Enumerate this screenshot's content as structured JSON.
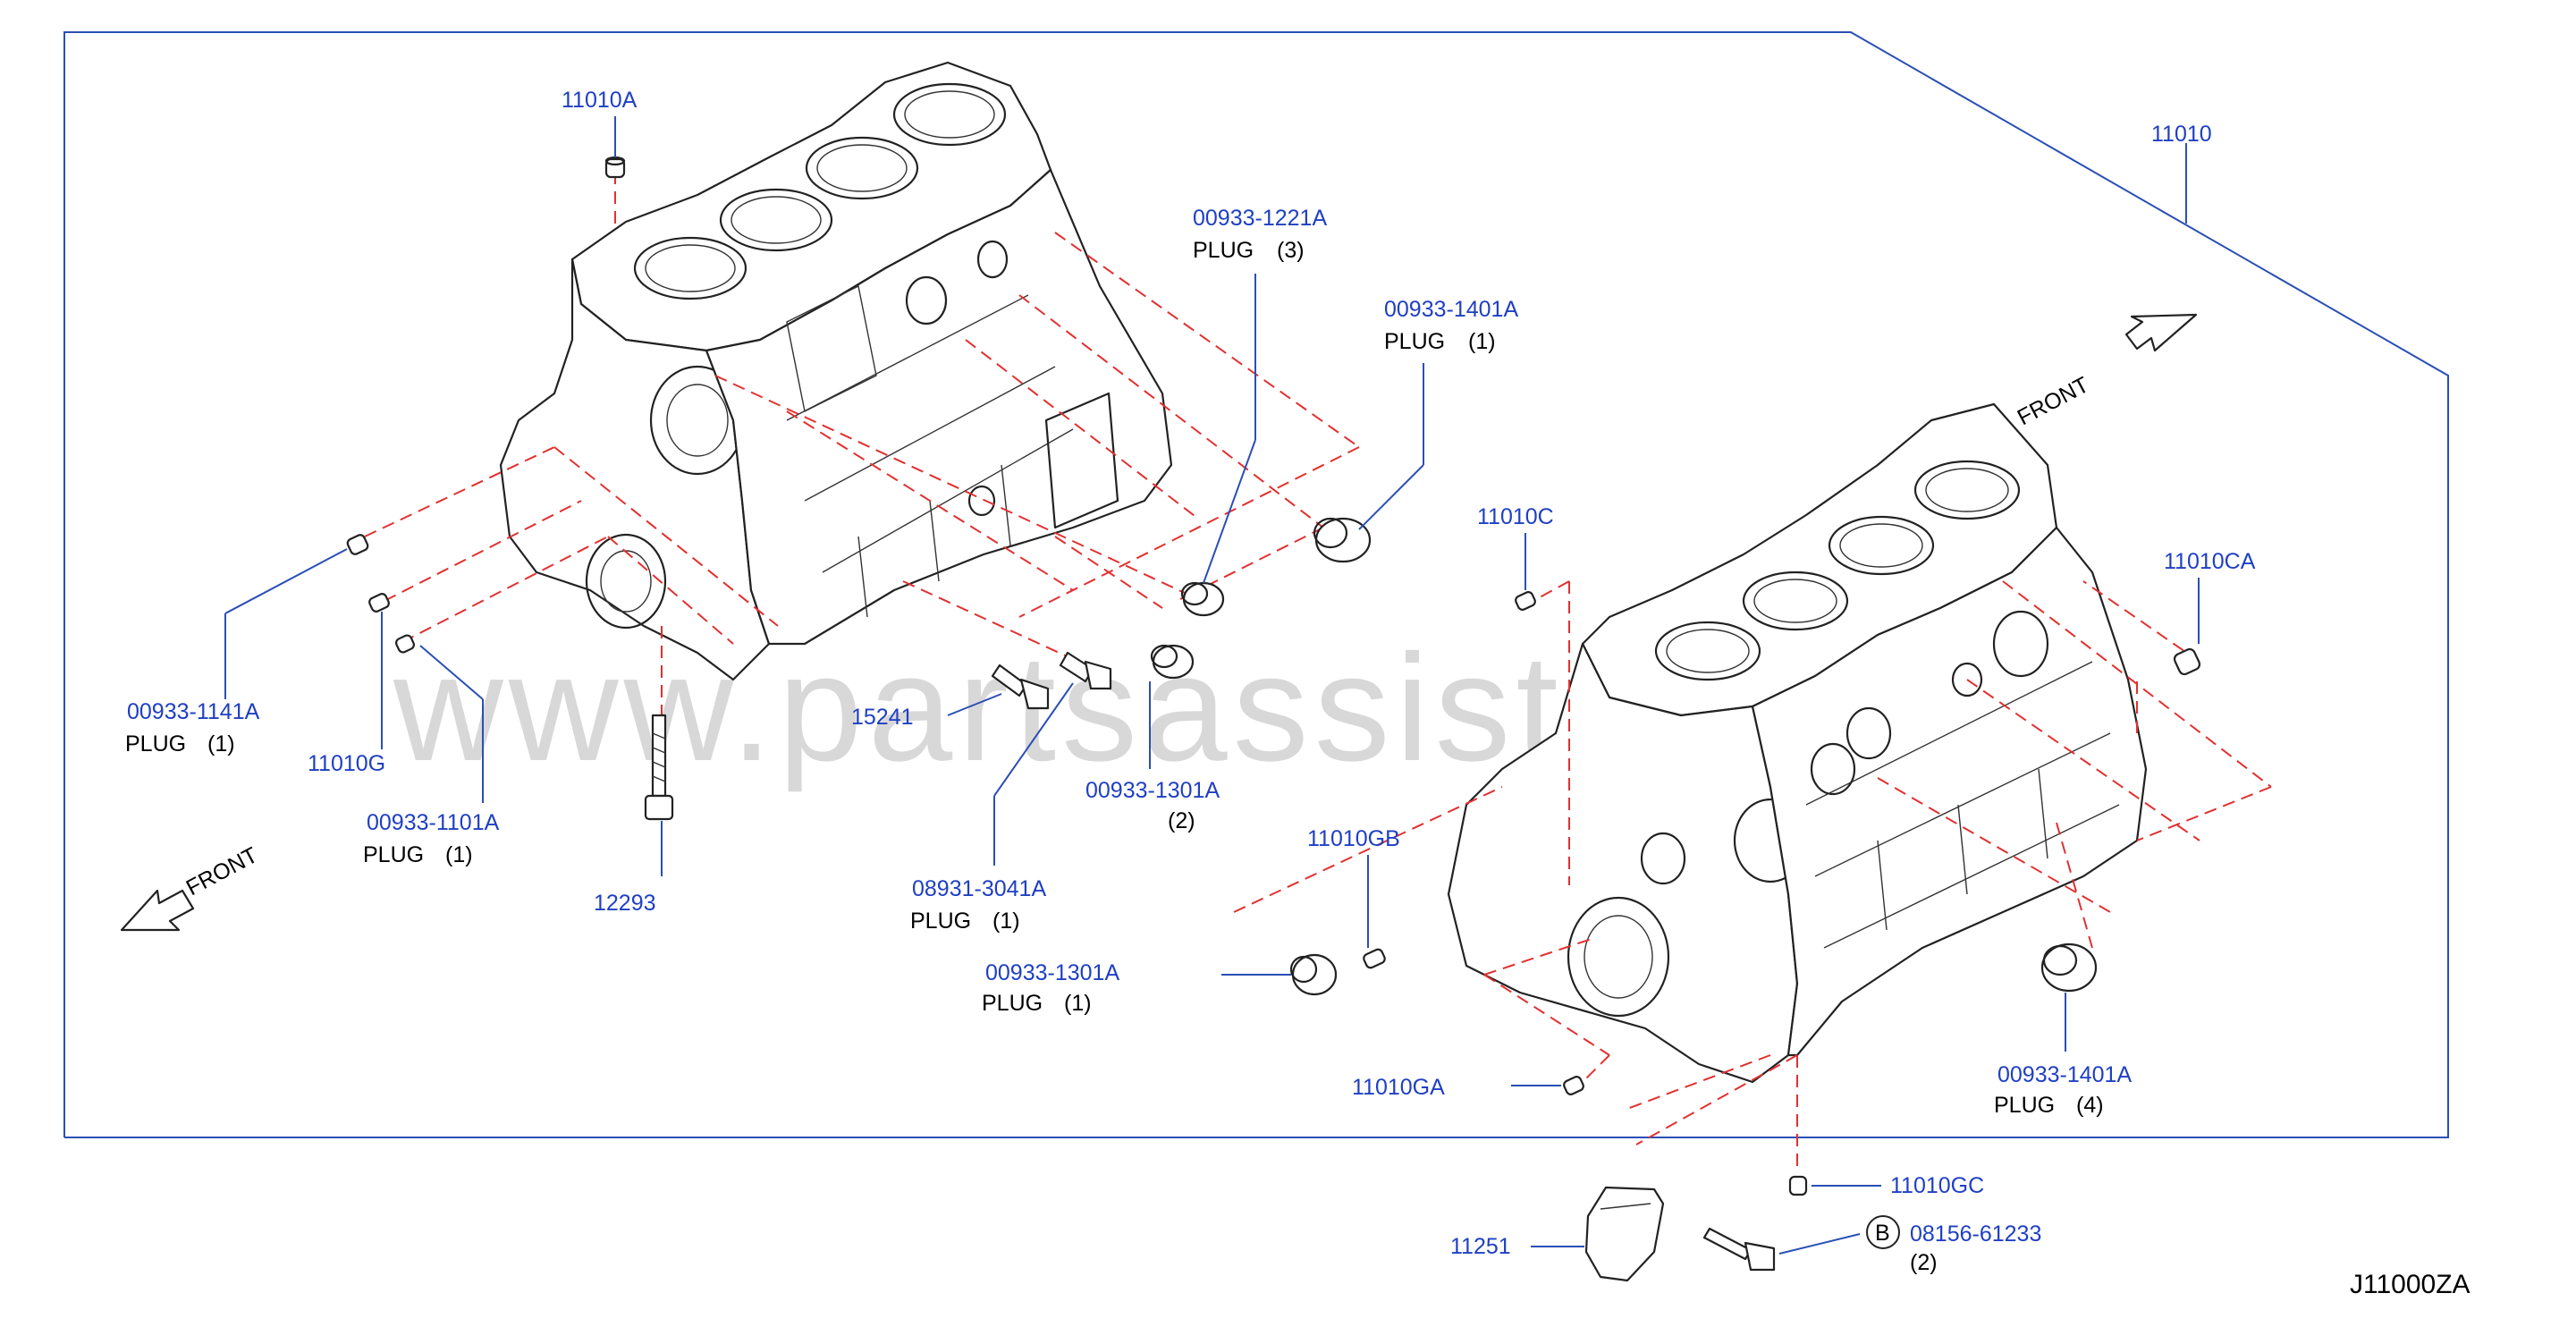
{
  "watermark": "www.partsassistant.com",
  "diagram_ref": "J11000ZA",
  "front_label": "FRONT",
  "colors": {
    "part_number": "#1f3fc4",
    "leader": "#2a4fb5",
    "dashed_guide": "#e23030",
    "line_art": "#222222"
  },
  "callouts": {
    "c11010": {
      "pn": "11010"
    },
    "c11010A": {
      "pn": "11010A"
    },
    "c1221A": {
      "pn": "00933-1221A",
      "desc": "PLUG",
      "qty": "(3)"
    },
    "c1401A_top": {
      "pn": "00933-1401A",
      "desc": "PLUG",
      "qty": "(1)"
    },
    "c1141A": {
      "pn": "00933-1141A",
      "desc": "PLUG",
      "qty": "(1)"
    },
    "c11010G": {
      "pn": "11010G"
    },
    "c1101A": {
      "pn": "00933-1101A",
      "desc": "PLUG",
      "qty": "(1)"
    },
    "c12293": {
      "pn": "12293"
    },
    "c15241": {
      "pn": "15241"
    },
    "c1301A_a": {
      "pn": "00933-1301A",
      "qty": "(2)"
    },
    "c3041A": {
      "pn": "08931-3041A",
      "desc": "PLUG",
      "qty": "(1)"
    },
    "c1301A_b": {
      "pn": "00933-1301A",
      "desc": "PLUG",
      "qty": "(1)"
    },
    "c11010C": {
      "pn": "11010C"
    },
    "c11010CA": {
      "pn": "11010CA"
    },
    "c11010GB": {
      "pn": "11010GB"
    },
    "c11010GA": {
      "pn": "11010GA"
    },
    "c1401A_bot": {
      "pn": "00933-1401A",
      "desc": "PLUG",
      "qty": "(4)"
    },
    "c11010GC": {
      "pn": "11010GC"
    },
    "c11251": {
      "pn": "11251"
    },
    "c61233": {
      "badge": "B",
      "pn": "08156-61233",
      "qty": "(2)"
    }
  }
}
